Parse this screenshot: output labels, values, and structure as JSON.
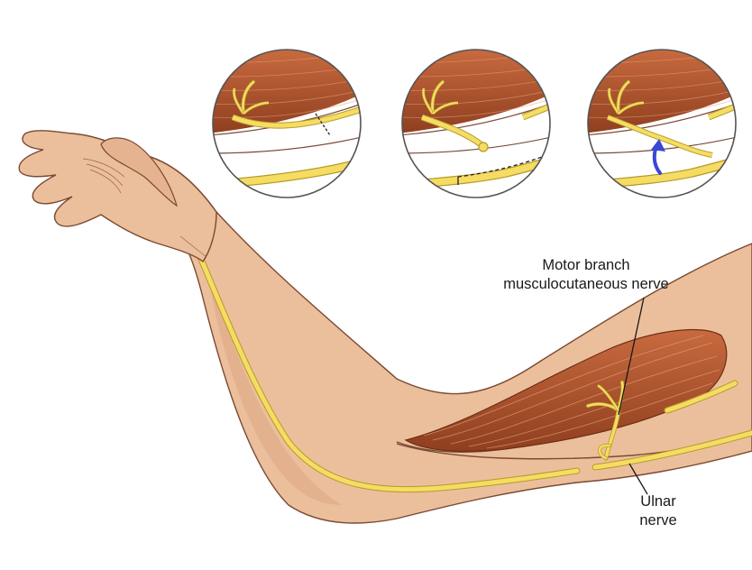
{
  "labels": {
    "motor_branch": {
      "line1": "Motor branch",
      "line2": "musculocutaneous nerve"
    },
    "ulnar_nerve": {
      "line1": "Ulnar",
      "line2": "nerve"
    }
  },
  "colors": {
    "skin": "#ecbf9c",
    "skin_shadow": "#d9a27f",
    "outline": "#7a4a32",
    "muscle": "#b35b35",
    "muscle_dark": "#8c3e1f",
    "nerve": "#f5dc62",
    "nerve_edge": "#b59a2a",
    "arrow": "#3b47d6",
    "inset_border": "#555555",
    "inset_bg": "#ffffff"
  }
}
